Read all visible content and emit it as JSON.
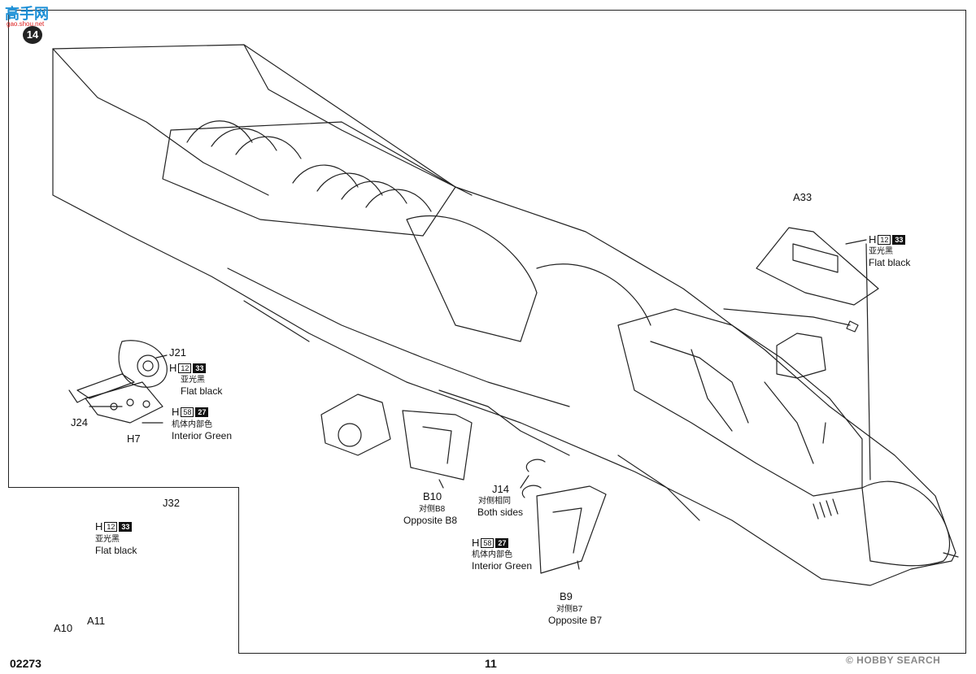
{
  "header": {
    "watermark": "高手网",
    "watermark_sub": "gao.shou.net",
    "step_number": "14"
  },
  "parts": {
    "a33": "A33",
    "j21": "J21",
    "j24": "J24",
    "h7": "H7",
    "b10": "B10",
    "b9": "B9",
    "j14": "J14",
    "j32": "J32",
    "a10": "A10",
    "a11": "A11"
  },
  "paint_callouts": {
    "a33": {
      "letter": "H",
      "code": "12",
      "num": "33",
      "cn": "亚光黑",
      "en": "Flat black"
    },
    "j21": {
      "letter": "H",
      "code": "12",
      "num": "33",
      "cn": "亚光黑",
      "en": "Flat black"
    },
    "h7": {
      "letter": "H",
      "code": "58",
      "num": "27",
      "cn": "机体内部色",
      "en": "Interior Green"
    },
    "b9": {
      "letter": "H",
      "code": "58",
      "num": "27",
      "cn": "机体内部色",
      "en": "Interior Green"
    },
    "inset": {
      "letter": "H",
      "code": "12",
      "num": "33",
      "cn": "亚光黑",
      "en": "Flat black"
    }
  },
  "notes": {
    "b10_cn": "对侧B8",
    "b10_en": "Opposite B8",
    "j14_cn": "对侧相同",
    "j14_en": "Both sides",
    "b9_cn": "对侧B7",
    "b9_en": "Opposite B7"
  },
  "footer": {
    "code": "02273",
    "page": "11",
    "brand": "© HOBBY SEARCH"
  }
}
